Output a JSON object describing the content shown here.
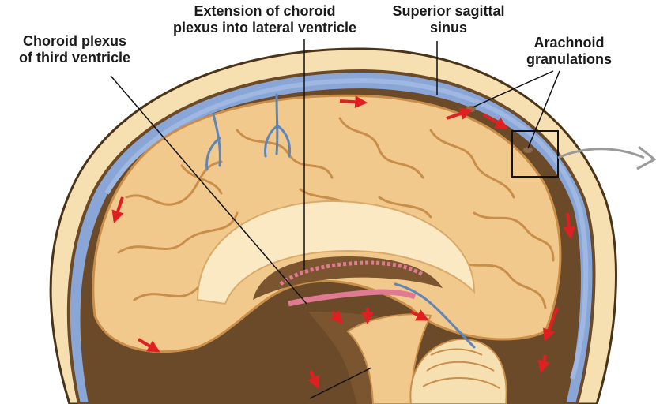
{
  "labels": {
    "choroid_third": [
      "Choroid plexus",
      "of third ventricle"
    ],
    "choroid_lateral": [
      "Extension of choroid",
      "plexus into lateral ventricle"
    ],
    "sagittal_sinus": [
      "Superior sagittal",
      "sinus"
    ],
    "arachnoid": [
      "Arachnoid",
      "granulations"
    ]
  },
  "colors": {
    "skull": "#f6dfb0",
    "skull_outline": "#4a3418",
    "csf_space": "#8aa6d6",
    "dura": "#6b4a2a",
    "brain": "#f2c98c",
    "brain_fold": "#c98e4a",
    "white_matter": "#fbe9c4",
    "choroid": "#e07a92",
    "flow_arrow": "#e02020",
    "leader_line": "#111111"
  }
}
